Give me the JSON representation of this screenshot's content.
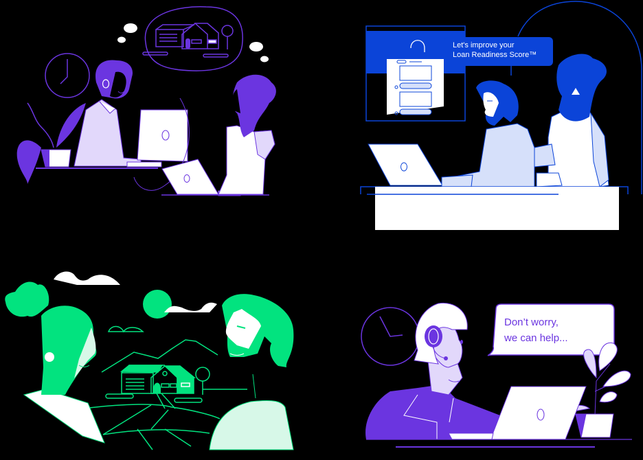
{
  "colors": {
    "background": "#000000",
    "purple": "#6b35e0",
    "lavender": "#e2d8fb",
    "blue": "#0b44d8",
    "light_blue": "#d6e0fa",
    "green": "#02e37f",
    "mint": "#d7f8e8",
    "white": "#ffffff"
  },
  "panels": [
    {
      "name": "support-agents-dreaming-home",
      "theme": "purple"
    },
    {
      "name": "loan-readiness-advisor",
      "theme": "blue",
      "speech_bubble": {
        "line1": "Let's improve your",
        "line2": "Loan Readiness Score™"
      }
    },
    {
      "name": "couple-viewing-home",
      "theme": "green"
    },
    {
      "name": "support-agent-help",
      "theme": "purple",
      "speech_bubble": {
        "line1": "Don’t worry,",
        "line2": "we can help..."
      }
    }
  ]
}
